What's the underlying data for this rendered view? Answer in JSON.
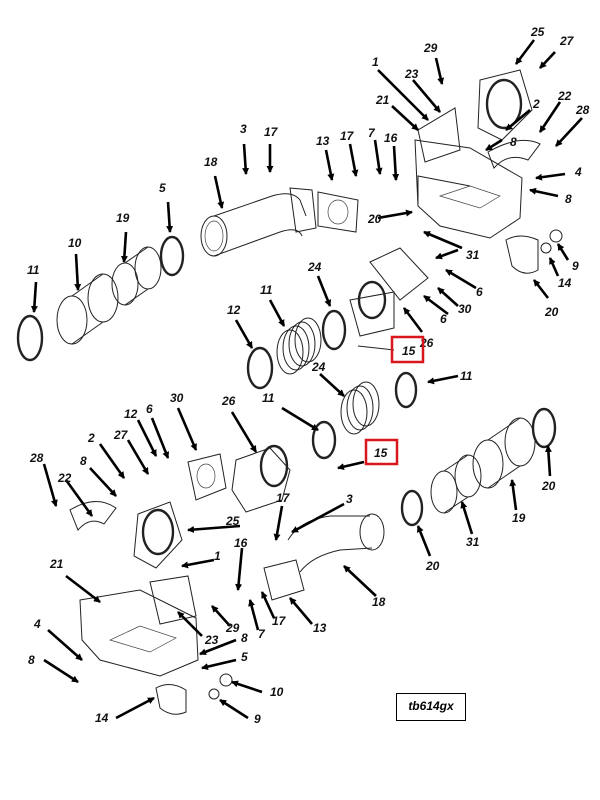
{
  "diagram": {
    "figure_id": "tb614gx",
    "highlighted_callout": "15",
    "highlight_color": "#d9161d",
    "upper_assembly": {
      "callouts": [
        "1",
        "23",
        "29",
        "25",
        "27",
        "21",
        "2",
        "22",
        "28",
        "3",
        "17",
        "13",
        "17",
        "7",
        "16",
        "8",
        "4",
        "8",
        "18",
        "20",
        "5",
        "31",
        "19",
        "10",
        "9",
        "14",
        "20",
        "11",
        "24",
        "11",
        "12",
        "6",
        "30",
        "6",
        "11",
        "15",
        "26"
      ]
    },
    "lower_assembly": {
      "callouts": [
        "24",
        "11",
        "11",
        "30",
        "26",
        "12",
        "6",
        "15",
        "27",
        "2",
        "28",
        "8",
        "22",
        "25",
        "17",
        "3",
        "20",
        "31",
        "19",
        "20",
        "16",
        "1",
        "21",
        "13",
        "18",
        "7",
        "17",
        "23",
        "29",
        "4",
        "8",
        "8",
        "5",
        "10",
        "14",
        "9"
      ]
    }
  }
}
